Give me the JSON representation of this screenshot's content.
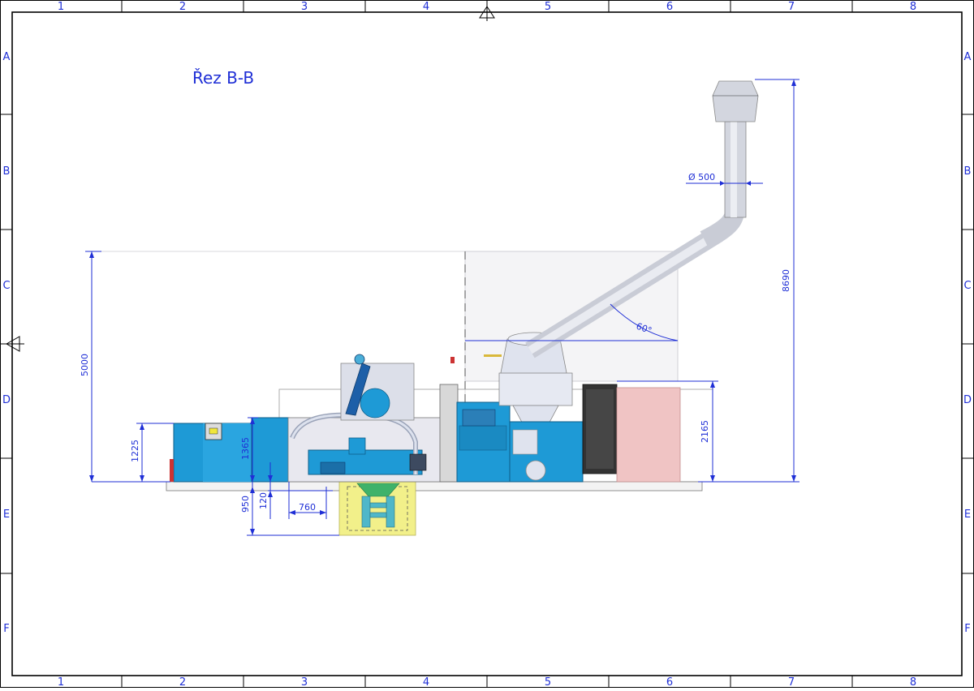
{
  "title": "Řez B-B",
  "columns": [
    "1",
    "2",
    "3",
    "4",
    "5",
    "6",
    "7",
    "8"
  ],
  "rows": [
    "A",
    "B",
    "C",
    "D",
    "E",
    "F"
  ],
  "dimensions": {
    "pipe_diameter": "Ø 500",
    "angle": "60°",
    "total_height": "8690",
    "hall_height": "5000",
    "cabinet_height": "2165",
    "tank_height": "1225",
    "mixer_height": "1365",
    "pit_depth": "950",
    "step_height": "120",
    "offset": "760"
  },
  "colors": {
    "frame": "#000000",
    "grid_label": "#1f2fd6",
    "machine_blue": "#1e9ad6",
    "pit_yellow": "#f2f08a",
    "cabinet_pink": "#f0c4c4",
    "cabinet_dark": "#333333",
    "hall_outline": "#e6e6ea"
  },
  "icons": [
    "centering-triangle-icon"
  ]
}
